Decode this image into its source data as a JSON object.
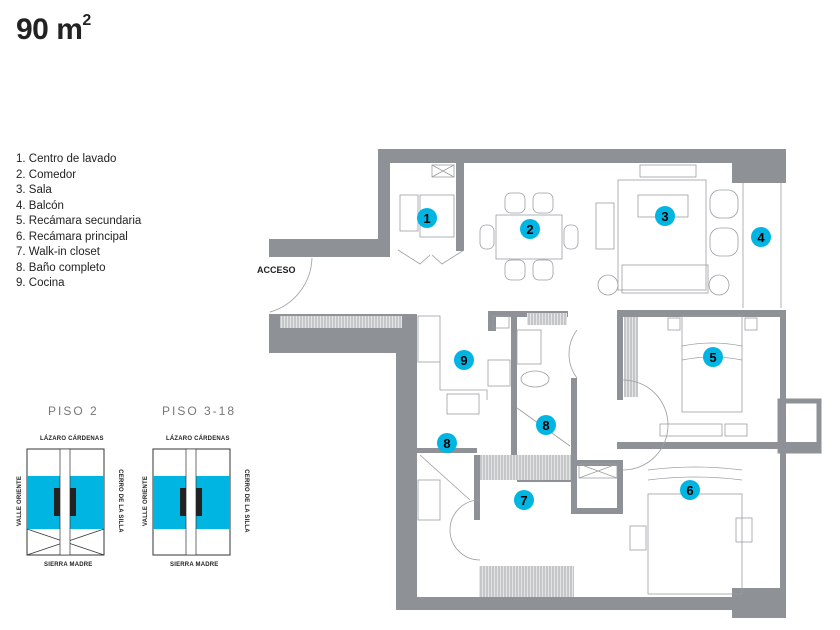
{
  "title": {
    "value": "90 m",
    "superscript": "2"
  },
  "legend": [
    "1. Centro de lavado",
    "2. Comedor",
    "3. Sala",
    "4. Balcón",
    "5. Recámara secundaria",
    "6. Recámara principal",
    "7. Walk-in closet",
    "8. Baño completo",
    "9. Cocina"
  ],
  "plan": {
    "entrance_label": "ACCESO",
    "markers": [
      "1",
      "2",
      "3",
      "4",
      "5",
      "6",
      "7",
      "8",
      "8",
      "9"
    ]
  },
  "key_plans": [
    {
      "label": "PISO 2",
      "north": "LÁZARO CÁRDENAS",
      "south": "SIERRA MADRE",
      "west": "VALLE ORIENTE",
      "east": "CERRO DE LA SILLA"
    },
    {
      "label": "PISO 3-18",
      "north": "LÁZARO CÁRDENAS",
      "south": "SIERRA MADRE",
      "west": "VALLE ORIENTE",
      "east": "CERRO DE LA SILLA"
    }
  ],
  "colors": {
    "wall": "#8e9196",
    "accent": "#00b5e2",
    "line": "#9a9da1"
  }
}
